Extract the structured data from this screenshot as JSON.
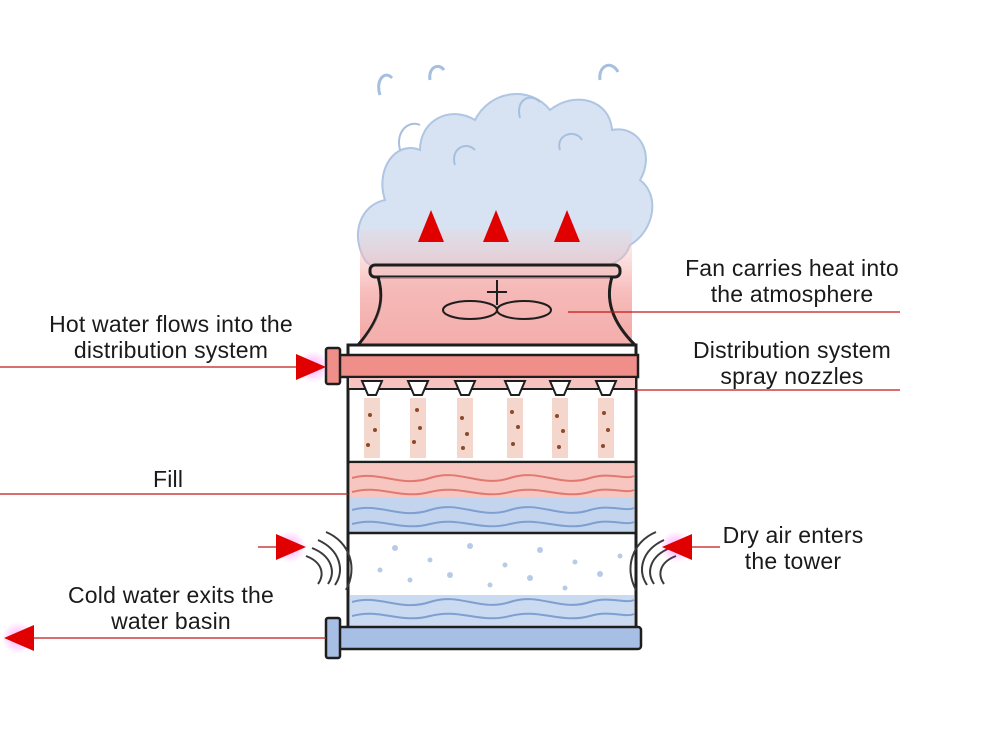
{
  "labels": {
    "fan": {
      "line1": "Fan carries heat into",
      "line2": "the atmosphere"
    },
    "distribution": {
      "line1": "Distribution system",
      "line2": "spray nozzles"
    },
    "hot_water": {
      "line1": "Hot water flows into the",
      "line2": "distribution system"
    },
    "fill": {
      "line1": "Fill"
    },
    "dry_air": {
      "line1": "Dry air enters",
      "line2": "the tower"
    },
    "cold_water": {
      "line1": "Cold water exits the",
      "line2": "water basin"
    }
  },
  "colors": {
    "leader_line": "#c21818",
    "arrow": "#e00000",
    "heat_pink": "#f4a9a6",
    "water_blue": "#a9c3e6",
    "steam_blue": "#c7d8ee",
    "outline": "#1e1e1e"
  }
}
